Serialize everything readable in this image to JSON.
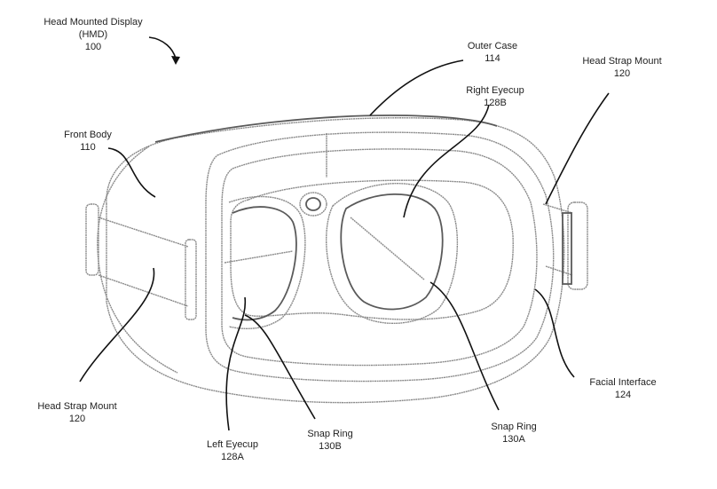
{
  "figure": {
    "title": "Head Mounted Display (HMD) patent illustration",
    "labels": [
      {
        "id": "hmd",
        "lines": [
          "Head Mounted Display",
          "(HMD)",
          "100"
        ]
      },
      {
        "id": "outer-case",
        "lines": [
          "Outer Case",
          "114"
        ]
      },
      {
        "id": "head-strap-mount-right",
        "lines": [
          "Head Strap Mount",
          "120"
        ]
      },
      {
        "id": "right-eyecup",
        "lines": [
          "Right Eyecup",
          "128B"
        ]
      },
      {
        "id": "front-body",
        "lines": [
          "Front Body",
          "110"
        ]
      },
      {
        "id": "head-strap-mount-left",
        "lines": [
          "Head Strap Mount",
          "120"
        ]
      },
      {
        "id": "left-eyecup",
        "lines": [
          "Left Eyecup",
          "128A"
        ]
      },
      {
        "id": "snap-ring-b",
        "lines": [
          "Snap Ring",
          "130B"
        ]
      },
      {
        "id": "snap-ring-a",
        "lines": [
          "Snap Ring",
          "130A"
        ]
      },
      {
        "id": "facial-interface",
        "lines": [
          "Facial Interface",
          "124"
        ]
      }
    ]
  }
}
